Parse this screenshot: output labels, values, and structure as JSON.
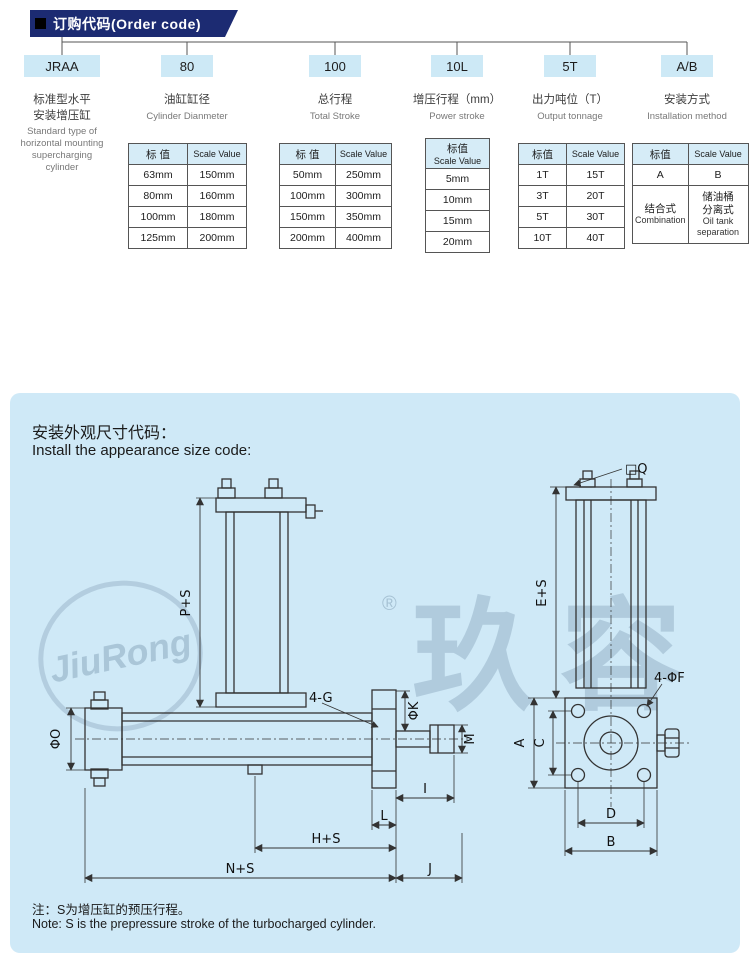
{
  "header": {
    "title": "订购代码(Order code)"
  },
  "order_code": {
    "col1": {
      "code": "JRAA",
      "cn": "标准型水平\n安装增压缸",
      "en": "Standard type of\nhorizontal mounting\nsupercharging\ncylinder"
    },
    "col2": {
      "code": "80",
      "cn": "油缸缸径",
      "en": "Cylinder Dianmeter",
      "header_cn": "标  值",
      "header_en": "Scale Value",
      "rows": [
        [
          "63mm",
          "150mm"
        ],
        [
          "80mm",
          "160mm"
        ],
        [
          "100mm",
          "180mm"
        ],
        [
          "125mm",
          "200mm"
        ]
      ]
    },
    "col3": {
      "code": "100",
      "cn": "总行程",
      "en": "Total Stroke",
      "header_cn": "标  值",
      "header_en": "Scale Value",
      "rows": [
        [
          "50mm",
          "250mm"
        ],
        [
          "100mm",
          "300mm"
        ],
        [
          "150mm",
          "350mm"
        ],
        [
          "200mm",
          "400mm"
        ]
      ]
    },
    "col4": {
      "code": "10L",
      "cn": "增压行程（mm）",
      "en": "Power stroke",
      "header_cn": "标值",
      "header_en": "Scale Value",
      "rows": [
        "5mm",
        "10mm",
        "15mm",
        "20mm"
      ]
    },
    "col5": {
      "code": "5T",
      "cn": "出力吨位（T）",
      "en": "Output tonnage",
      "header_cn": "标值",
      "header_en": "Scale Value",
      "rows": [
        [
          "1T",
          "15T"
        ],
        [
          "3T",
          "20T"
        ],
        [
          "5T",
          "30T"
        ],
        [
          "10T",
          "40T"
        ]
      ]
    },
    "col6": {
      "code": "A/B",
      "cn": "安装方式",
      "en": "Installation method",
      "header_cn": "标值",
      "header_en": "Scale Value",
      "codes": [
        "A",
        "B"
      ],
      "desc": [
        {
          "cn": "结合式",
          "en": "Combination"
        },
        {
          "cn": "储油桶\n分离式",
          "en": "Oil tank\nseparation"
        }
      ]
    }
  },
  "panel": {
    "title_cn": "安装外观尺寸代码：",
    "title_en": "Install the appearance size code:",
    "watermark_logo": "JiuRong",
    "registered": "®",
    "watermark_cn": "玖容",
    "note_cn": "注：S为增压缸的预压行程。",
    "note_en": "Note: S is the prepressure stroke of the turbocharged cylinder.",
    "dims": {
      "ps": "P+S",
      "o": "ΦO",
      "g": "4-G",
      "k": "ΦK",
      "m": "M",
      "i": "I",
      "l": "L",
      "hs": "H+S",
      "ns": "N+S",
      "j": "J",
      "q": "□Q",
      "f": "4-ΦF",
      "es": "E+S",
      "a": "A",
      "c": "C",
      "d": "D",
      "b": "B"
    }
  },
  "colors": {
    "banner": "#1c2b72",
    "box_bg": "#cde9f6",
    "panel_bg": "#cfe9f7"
  }
}
